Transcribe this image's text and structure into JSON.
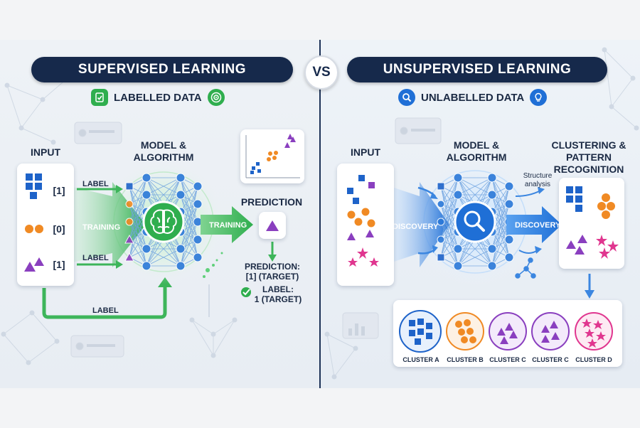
{
  "supervised": {
    "title": "SUPERVISED LEARNING",
    "subtitle": "LABELLED DATA",
    "input_label": "INPUT",
    "model_label": "MODEL &\nALGORITHM",
    "rows": [
      {
        "shape": "square",
        "label": "[1]"
      },
      {
        "shape": "circle",
        "label": "[0]"
      },
      {
        "shape": "triangle",
        "label": "[1]"
      }
    ],
    "label_tag_top": "LABEL",
    "label_tag_bottom": "LABEL",
    "training_in": "TRAINING",
    "training_out": "TRAINING",
    "feedback_label": "LABEL",
    "prediction_title": "PREDICTION",
    "prediction_text": "PREDICTION:\n[1] (TARGET)",
    "label_check": "LABEL:\n1 (TARGET)"
  },
  "vs": "VS",
  "unsupervised": {
    "title": "UNSUPERVISED LEARNING",
    "subtitle": "UNLABELLED DATA",
    "input_label": "INPUT",
    "model_label": "MODEL &\nALGORITHM",
    "discovery_in": "DISCOVERY",
    "discovery_out": "DISCOVERY",
    "structure_label": "Structure\nanalysis",
    "clustering_label": "CLUSTERING &\nPATTERN\nRECOGNITION",
    "clusters": [
      {
        "name": "CLUSTER A"
      },
      {
        "name": "CLUSTER B"
      },
      {
        "name": "CLUSTER C"
      },
      {
        "name": "CLUSTER C"
      },
      {
        "name": "CLUSTER D"
      }
    ]
  },
  "colors": {
    "navy": "#16294b",
    "green": "#2fae4e",
    "blue": "#1f6fd6",
    "square": "#1e63c9",
    "circle": "#f08a24",
    "triangle": "#8a3fbf",
    "star": "#e0368f"
  }
}
